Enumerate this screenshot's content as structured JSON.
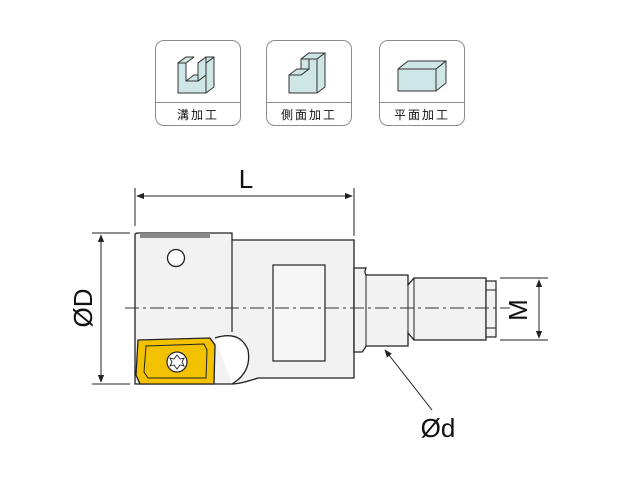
{
  "applications": [
    {
      "label": "溝加工",
      "icon": "slot-milling-icon"
    },
    {
      "label": "側面加工",
      "icon": "side-milling-icon"
    },
    {
      "label": "平面加工",
      "icon": "face-milling-icon"
    }
  ],
  "dimensions": {
    "length": "L",
    "cutting_diameter": "ØD",
    "shank_diameter": "Ød",
    "thread": "M"
  },
  "colors": {
    "icon_fill": "#cfe6e6",
    "insert": "#f2c200",
    "body": "#f2f2f2",
    "line": "#222222"
  }
}
